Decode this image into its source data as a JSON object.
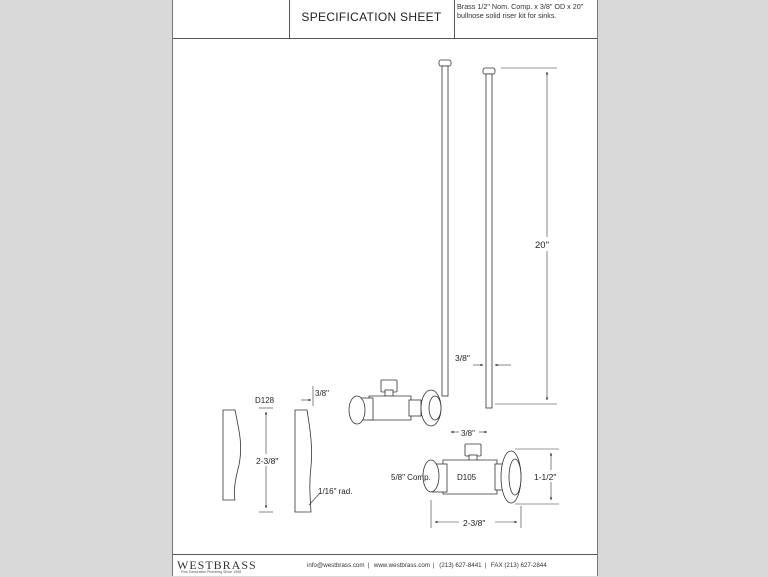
{
  "header": {
    "title": "SPECIFICATION SHEET",
    "description": "Brass 1/2\" Nom. Comp. x 3/8\" OD x 20\" bullnose solid riser kit for sinks."
  },
  "dimensions": {
    "riser_length": "20\"",
    "riser_od": "3/8\"",
    "flange_model": "D128",
    "flange_depth": "3/8\"",
    "flange_height": "2-3/8\"",
    "flange_radius": "1/16\" rad.",
    "valve_outlet": "3/8\"",
    "valve_inlet": "5/8\" Comp.",
    "valve_model": "D105",
    "valve_height": "1-1/2\"",
    "valve_width": "2-3/8\""
  },
  "footer": {
    "brand": "WESTBRASS",
    "tagline": "Fine Decorative Plumbing Since 1958",
    "email": "info@westbrass.com",
    "web": "www.westbrass.com",
    "phone": "(213) 627-8441",
    "fax": "FAX (213) 627-2844",
    "sep": "|"
  }
}
